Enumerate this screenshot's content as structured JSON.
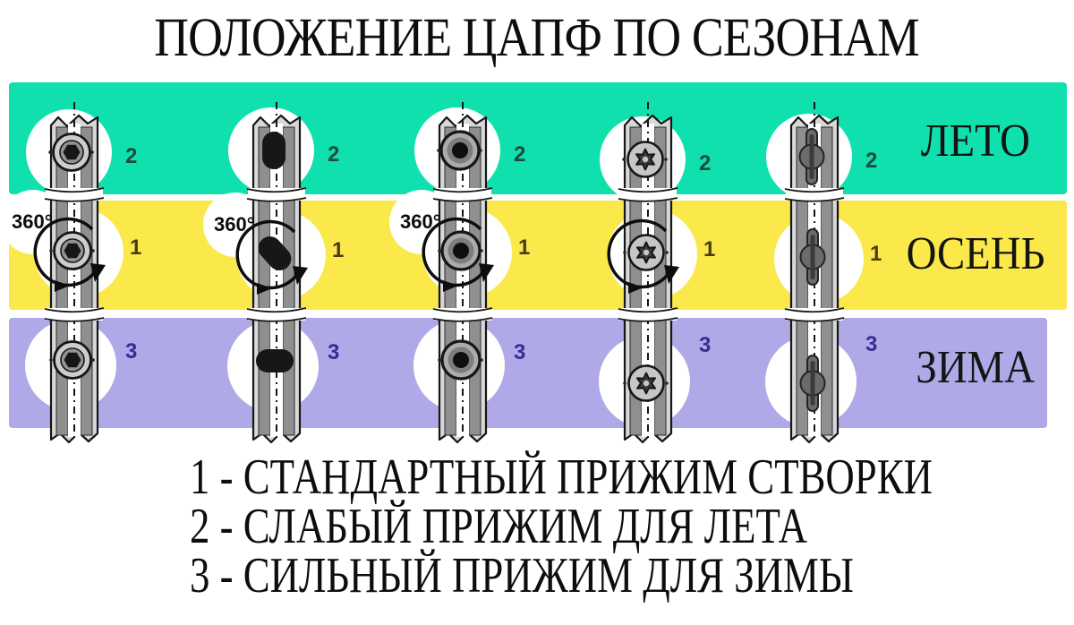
{
  "title": "ПОЛОЖЕНИЕ ЦАПФ ПО СЕЗОНАМ",
  "rotation_label": "360°",
  "bands": [
    {
      "season": "summer",
      "label": "ЛЕТО",
      "color": "#0fe0ad",
      "number": "2",
      "number_color": "#1d4a3e"
    },
    {
      "season": "autumn",
      "label": "ОСЕНЬ",
      "color": "#fbe84a",
      "number": "1",
      "number_color": "#4a3c10"
    },
    {
      "season": "winter",
      "label": "ЗИМА",
      "color": "#afa9e8",
      "number": "3",
      "number_color": "#372d92"
    }
  ],
  "columns": [
    {
      "pin": "hex-socket-cam",
      "has_rotation_arrow": true,
      "has_rotation_label": true
    },
    {
      "pin": "oval-cam",
      "has_rotation_arrow": true,
      "has_rotation_label": true
    },
    {
      "pin": "round-cam",
      "has_rotation_arrow": true,
      "has_rotation_label": true
    },
    {
      "pin": "torx-cam",
      "has_rotation_arrow": true,
      "has_rotation_label": false
    },
    {
      "pin": "mushroom-cam",
      "has_rotation_arrow": false,
      "has_rotation_label": false
    }
  ],
  "legend_items": [
    "1 - СТАНДАРТНЫЙ ПРИЖИМ СТВОРКИ",
    "2 - СЛАБЫЙ ПРИЖИМ ДЛЯ ЛЕТА",
    "3 - СИЛЬНЫЙ ПРИЖИМ ДЛЯ ЗИМЫ"
  ],
  "colors": {
    "ink": "#161616",
    "strip_light": "#d8d8d8",
    "strip_rail": "#8f8f8f",
    "strip_channel": "#ffffff",
    "autumn_shadow": "#f2b705",
    "winter_shadow": "#6055d6"
  }
}
